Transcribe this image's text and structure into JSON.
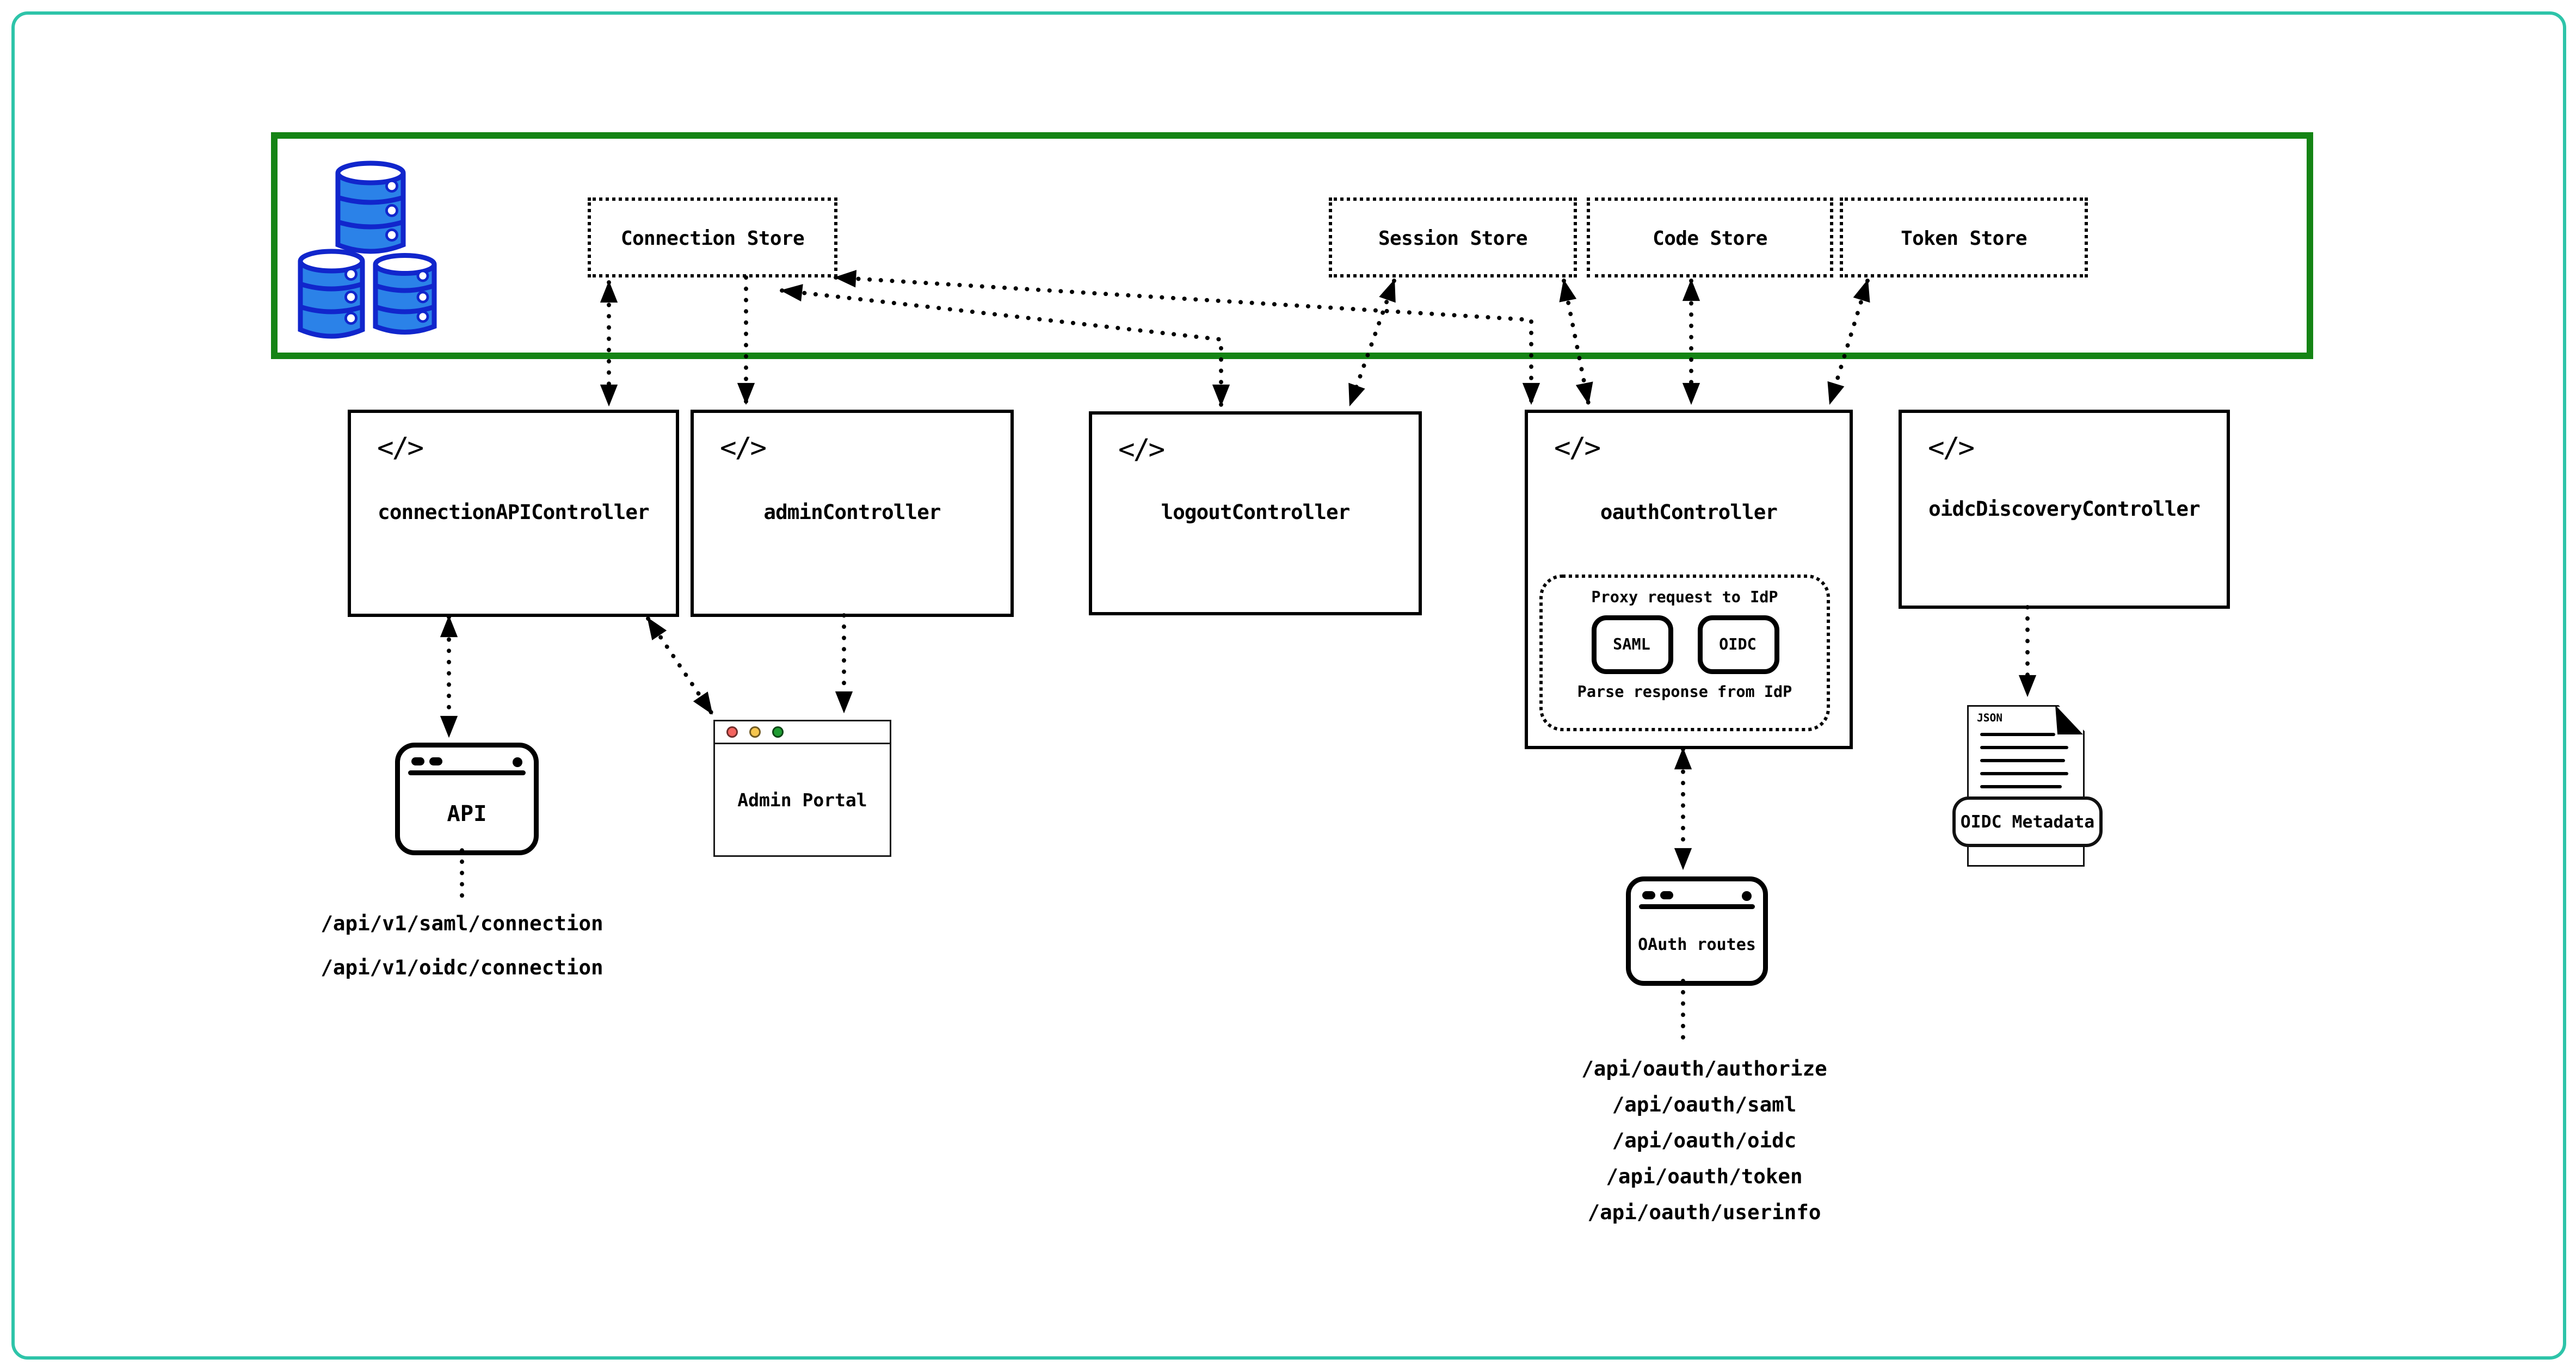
{
  "frame": {
    "outer_border_color": "#2ec4a9",
    "band_border_color": "#148414"
  },
  "icons": {
    "code": "</>",
    "database": "database-icon"
  },
  "stores": {
    "items": [
      {
        "label": "Connection Store"
      },
      {
        "label": "Session Store"
      },
      {
        "label": "Code Store"
      },
      {
        "label": "Token Store"
      }
    ]
  },
  "controllers": [
    {
      "label": "connectionAPIController"
    },
    {
      "label": "adminController"
    },
    {
      "label": "logoutController"
    },
    {
      "label": "oauthController"
    },
    {
      "label": "oidcDiscoveryController"
    }
  ],
  "oauth_idp_panel": {
    "top_label": "Proxy request to IdP",
    "protocols": [
      {
        "label": "SAML"
      },
      {
        "label": "OIDC"
      }
    ],
    "bottom_label": "Parse response from IdP"
  },
  "clients": {
    "api_window": {
      "label": "API"
    },
    "admin_portal": {
      "label": "Admin Portal"
    },
    "oauth_routes": {
      "label": "OAuth routes"
    },
    "oidc_metadata": {
      "file_type": "JSON",
      "label": "OIDC Metadata"
    }
  },
  "endpoints": {
    "api": [
      "/api/v1/saml/connection",
      "/api/v1/oidc/connection"
    ],
    "oauth": [
      "/api/oauth/authorize",
      "/api/oauth/saml",
      "/api/oauth/oidc",
      "/api/oauth/token",
      "/api/oauth/userinfo"
    ]
  }
}
